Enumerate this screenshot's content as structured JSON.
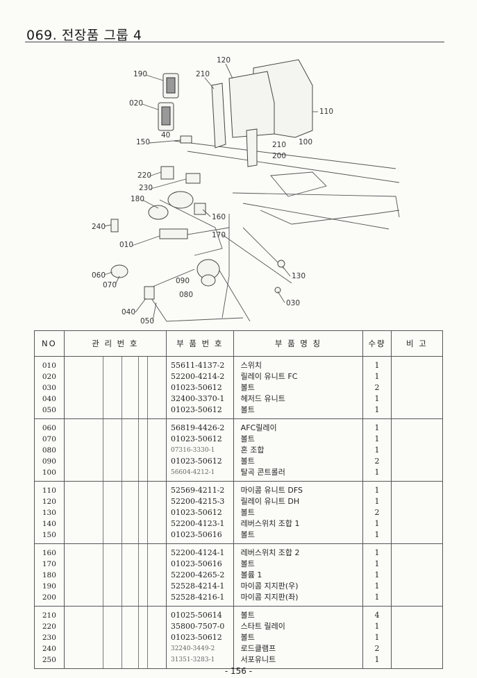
{
  "page": {
    "title": "069. 전장품 그룹 4",
    "page_number": "- 156 -"
  },
  "diagram": {
    "callouts": [
      "120",
      "190",
      "210",
      "020",
      "110",
      "40",
      "150",
      "210",
      "100",
      "200",
      "220",
      "230",
      "180",
      "160",
      "240",
      "170",
      "010",
      "130",
      "060",
      "070",
      "090",
      "080",
      "030",
      "040",
      "050"
    ]
  },
  "table": {
    "headers": {
      "no": "NO",
      "mgmt": "관 리 번 호",
      "part_no": "부 품 번 호",
      "name": "부   품   명   칭",
      "qty": "수량",
      "remark": "비 고"
    },
    "groups": [
      {
        "rows": [
          {
            "no": "010",
            "part_no": "55611-4137-2",
            "name": "스위치",
            "qty": "1"
          },
          {
            "no": "020",
            "part_no": "52200-4214-2",
            "name": "릴레이 유니트 FC",
            "qty": "1"
          },
          {
            "no": "030",
            "part_no": "01023-50612",
            "name": "볼트",
            "qty": "2"
          },
          {
            "no": "040",
            "part_no": "32400-3370-1",
            "name": "헤저드 유니트",
            "qty": "1"
          },
          {
            "no": "050",
            "part_no": "01023-50612",
            "name": "볼트",
            "qty": "1"
          }
        ]
      },
      {
        "rows": [
          {
            "no": "060",
            "part_no": "56819-4426-2",
            "name": "AFC릴레이",
            "qty": "1"
          },
          {
            "no": "070",
            "part_no": "01023-50612",
            "name": "볼트",
            "qty": "1"
          },
          {
            "no": "080",
            "part_no": "07316-3330-1",
            "name": "혼 조합",
            "qty": "1"
          },
          {
            "no": "090",
            "part_no": "01023-50612",
            "name": "볼트",
            "qty": "2"
          },
          {
            "no": "100",
            "part_no": "56604-4212-1",
            "name": "탈곡 콘트롤러",
            "qty": "1"
          }
        ]
      },
      {
        "rows": [
          {
            "no": "110",
            "part_no": "52569-4211-2",
            "name": "마이콤 유니트 DFS",
            "qty": "1"
          },
          {
            "no": "120",
            "part_no": "52200-4215-3",
            "name": "릴레이 유니트 DH",
            "qty": "1"
          },
          {
            "no": "130",
            "part_no": "01023-50612",
            "name": "볼트",
            "qty": "2"
          },
          {
            "no": "140",
            "part_no": "52200-4123-1",
            "name": "레버스위치 조합 1",
            "qty": "1"
          },
          {
            "no": "150",
            "part_no": "01023-50616",
            "name": "볼트",
            "qty": "1"
          }
        ]
      },
      {
        "rows": [
          {
            "no": "160",
            "part_no": "52200-4124-1",
            "name": "레버스위치 조합 2",
            "qty": "1"
          },
          {
            "no": "170",
            "part_no": "01023-50616",
            "name": "볼트",
            "qty": "1"
          },
          {
            "no": "180",
            "part_no": "52200-4265-2",
            "name": "볼륨 1",
            "qty": "1"
          },
          {
            "no": "190",
            "part_no": "52528-4214-1",
            "name": "마이콤 지지판(우)",
            "qty": "1"
          },
          {
            "no": "200",
            "part_no": "52528-4216-1",
            "name": "마이콤 지지판(좌)",
            "qty": "1"
          }
        ]
      },
      {
        "rows": [
          {
            "no": "210",
            "part_no": "01025-50614",
            "name": "볼트",
            "qty": "4"
          },
          {
            "no": "220",
            "part_no": "35800-7507-0",
            "name": "스타트 릴레이",
            "qty": "1"
          },
          {
            "no": "230",
            "part_no": "01023-50612",
            "name": "볼트",
            "qty": "1"
          },
          {
            "no": "240",
            "part_no": "32240-3449-2",
            "name": "로드클램프",
            "qty": "2"
          },
          {
            "no": "250",
            "part_no": "31351-3283-1",
            "name": "서포유니트",
            "qty": "1"
          }
        ]
      }
    ]
  }
}
